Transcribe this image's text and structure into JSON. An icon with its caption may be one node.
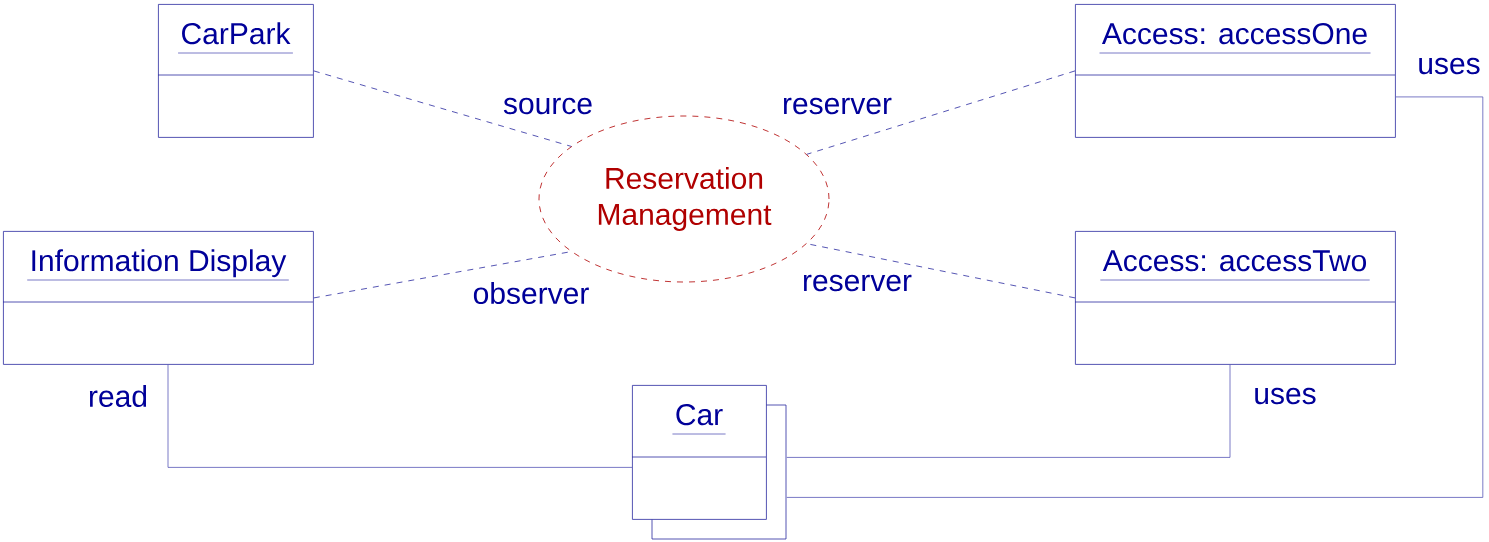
{
  "diagram": {
    "nodes": [
      {
        "text": [
          "CarPark"
        ]
      },
      {
        "text": [
          "Access: accessOne"
        ]
      },
      {
        "text": [
          "Reservation Management"
        ]
      },
      {
        "text": [
          "Information Display"
        ]
      },
      {
        "text": [
          "Access: accessTwo"
        ]
      },
      {
        "text": [
          "Car"
        ]
      }
    ],
    "edges": [
      {
        "from": 0,
        "to": 2,
        "arrow": "none",
        "label": "source",
        "style": "dashed"
      },
      {
        "from": 1,
        "to": 2,
        "arrow": "none",
        "label": "reserver",
        "style": "dashed"
      },
      {
        "from": 3,
        "to": 2,
        "arrow": "none",
        "label": "observer",
        "style": "dashed"
      },
      {
        "from": 4,
        "to": 2,
        "arrow": "none",
        "label": "reserver",
        "style": "dashed"
      },
      {
        "from": 3,
        "to": 5,
        "arrow": "none",
        "label": "read"
      },
      {
        "from": 4,
        "to": 5,
        "arrow": "none",
        "label": "uses"
      },
      {
        "from": 1,
        "to": 5,
        "arrow": "none",
        "label": "uses"
      }
    ]
  }
}
